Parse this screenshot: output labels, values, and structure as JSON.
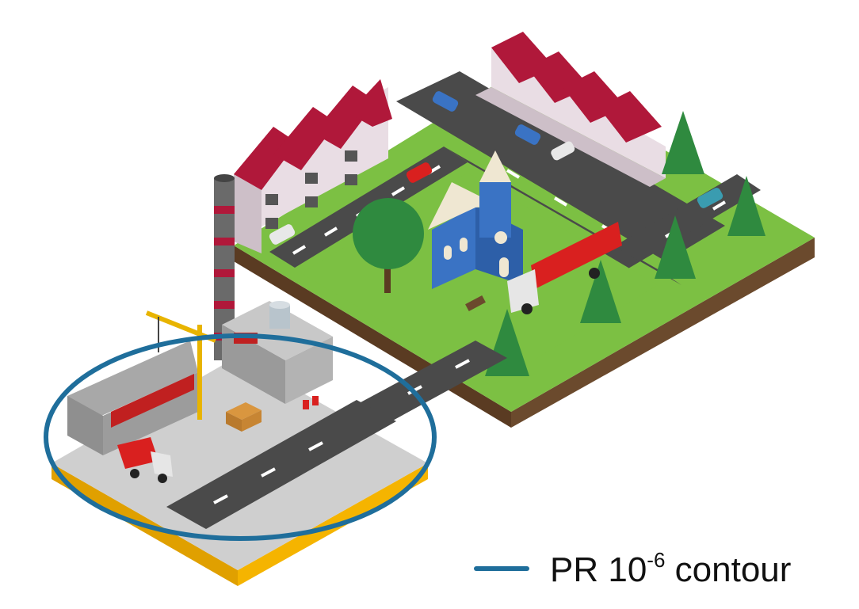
{
  "legend": {
    "prefix": "PR 10",
    "exponent": "-6",
    "suffix": " contour",
    "line_color": "#1f6e9b"
  },
  "colors": {
    "contour": "#1f6e9b",
    "grass": "#7cc043",
    "soil": "#6b4a2d",
    "road": "#4a4a4a",
    "sidewalk": "#b8b8b8",
    "roof": "#b0183a",
    "house_wall": "#e9dde4",
    "church": "#3a73c4",
    "tree": "#2f8a3f",
    "industrial_ground": "#cfcfcf",
    "industrial_base": "#f5b400",
    "tanker": "#d9201f"
  },
  "icons": [
    "residential-row-houses",
    "church-icon",
    "deciduous-tree-icon",
    "pine-tree-icon",
    "factory-building-icon",
    "smokestack-icon",
    "tower-crane-icon",
    "water-tank-icon",
    "tanker-truck-icon",
    "dump-truck-icon",
    "car-icon",
    "bench-icon",
    "crates-icon"
  ]
}
